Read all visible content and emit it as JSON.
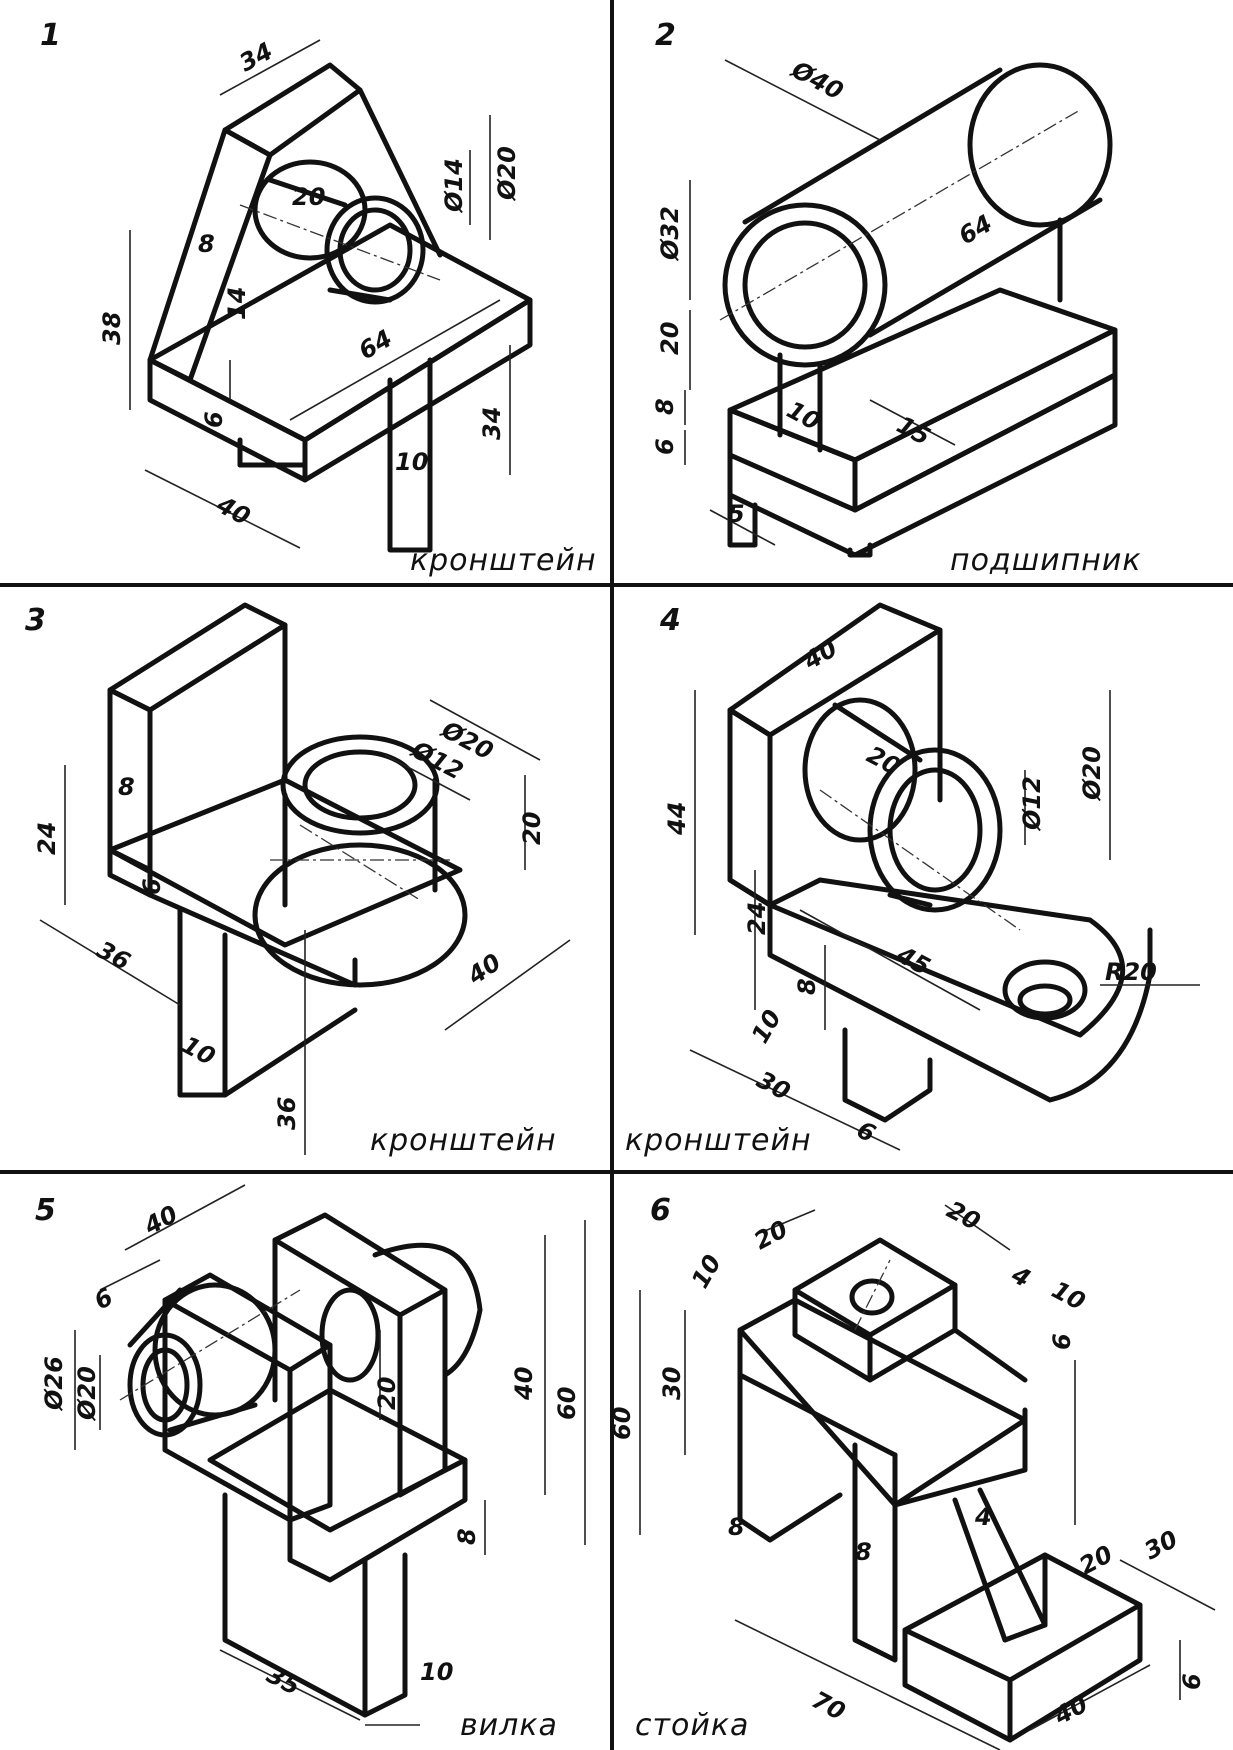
{
  "panels": [
    {
      "number": "1",
      "caption": "кронштейн",
      "dims": [
        "34",
        "Ø20",
        "Ø14",
        "20",
        "8",
        "38",
        "14",
        "6",
        "64",
        "34",
        "10",
        "40"
      ]
    },
    {
      "number": "2",
      "caption": "подшипник",
      "dims": [
        "Ø40",
        "64",
        "Ø32",
        "20",
        "8",
        "6",
        "10",
        "15",
        "5"
      ]
    },
    {
      "number": "3",
      "caption": "кронштейн",
      "dims": [
        "Ø20",
        "Ø12",
        "20",
        "8",
        "24",
        "6",
        "36",
        "40",
        "10",
        "36"
      ]
    },
    {
      "number": "4",
      "caption": "кронштейн",
      "dims": [
        "40",
        "20",
        "Ø12",
        "Ø20",
        "44",
        "24",
        "45",
        "8",
        "R20",
        "10",
        "30",
        "6"
      ]
    },
    {
      "number": "5",
      "caption": "вилка",
      "dims": [
        "40",
        "6",
        "Ø26",
        "Ø20",
        "20",
        "40",
        "60",
        "8",
        "35",
        "10"
      ]
    },
    {
      "number": "6",
      "caption": "стойка",
      "dims": [
        "20",
        "20",
        "10",
        "4",
        "10",
        "30",
        "60",
        "6",
        "8",
        "8",
        "4",
        "20",
        "30",
        "6",
        "70",
        "40"
      ]
    }
  ]
}
